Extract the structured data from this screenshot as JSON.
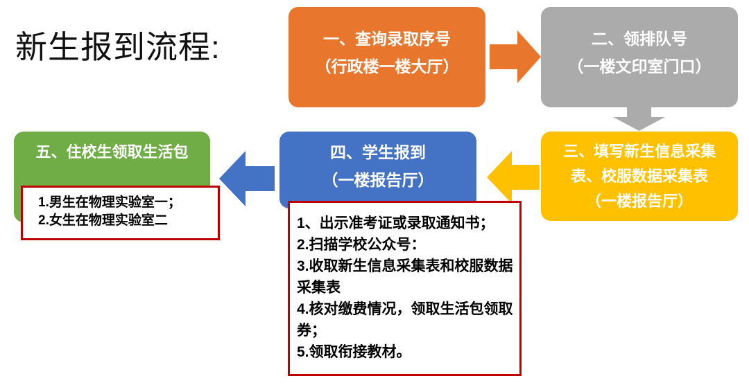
{
  "title": "新生报到流程:",
  "colors": {
    "step1": "#E8762C",
    "step2": "#ABABAB",
    "step3": "#FFC000",
    "step4": "#4472C4",
    "step5": "#70AD47",
    "detail_border": "#C00000",
    "background": "#FFFFFF",
    "title_text": "#111111",
    "box_text": "#FFFFFF",
    "detail_text": "#000000"
  },
  "steps": [
    {
      "id": "step1",
      "lines": [
        "一、查询录取序号",
        "（行政楼一楼大厅）"
      ]
    },
    {
      "id": "step2",
      "lines": [
        "二、领排队号",
        "（一楼文印室门口）"
      ]
    },
    {
      "id": "step3",
      "lines": [
        "三、填写新生信息采集",
        "表、校服数据采集表",
        "（一楼报告厅）"
      ]
    },
    {
      "id": "step4",
      "lines": [
        "四、学生报到",
        "（一楼报告厅）"
      ]
    },
    {
      "id": "step5",
      "lines": [
        "五、住校生领取生活包"
      ]
    }
  ],
  "details": {
    "step4": [
      "1、出示准考证或录取通知书；",
      "2.扫描学校公众号：",
      "3.收取新生信息采集表和校服数据采集表",
      "4.核对缴费情况，领取生活包领取券；",
      "5.领取衔接教材。"
    ],
    "step5": [
      "1.男生在物理实验室一；",
      "2.女生在物理实验室二"
    ]
  },
  "arrows": [
    {
      "id": "arrow-1-2",
      "direction": "right",
      "color": "#E8762C",
      "from": "step1",
      "to": "step2"
    },
    {
      "id": "arrow-2-3",
      "direction": "down",
      "color": "#ABABAB",
      "from": "step2",
      "to": "step3"
    },
    {
      "id": "arrow-3-4",
      "direction": "left",
      "color": "#FFC000",
      "from": "step3",
      "to": "step4"
    },
    {
      "id": "arrow-4-5",
      "direction": "left",
      "color": "#4472C4",
      "from": "step4",
      "to": "step5"
    }
  ]
}
